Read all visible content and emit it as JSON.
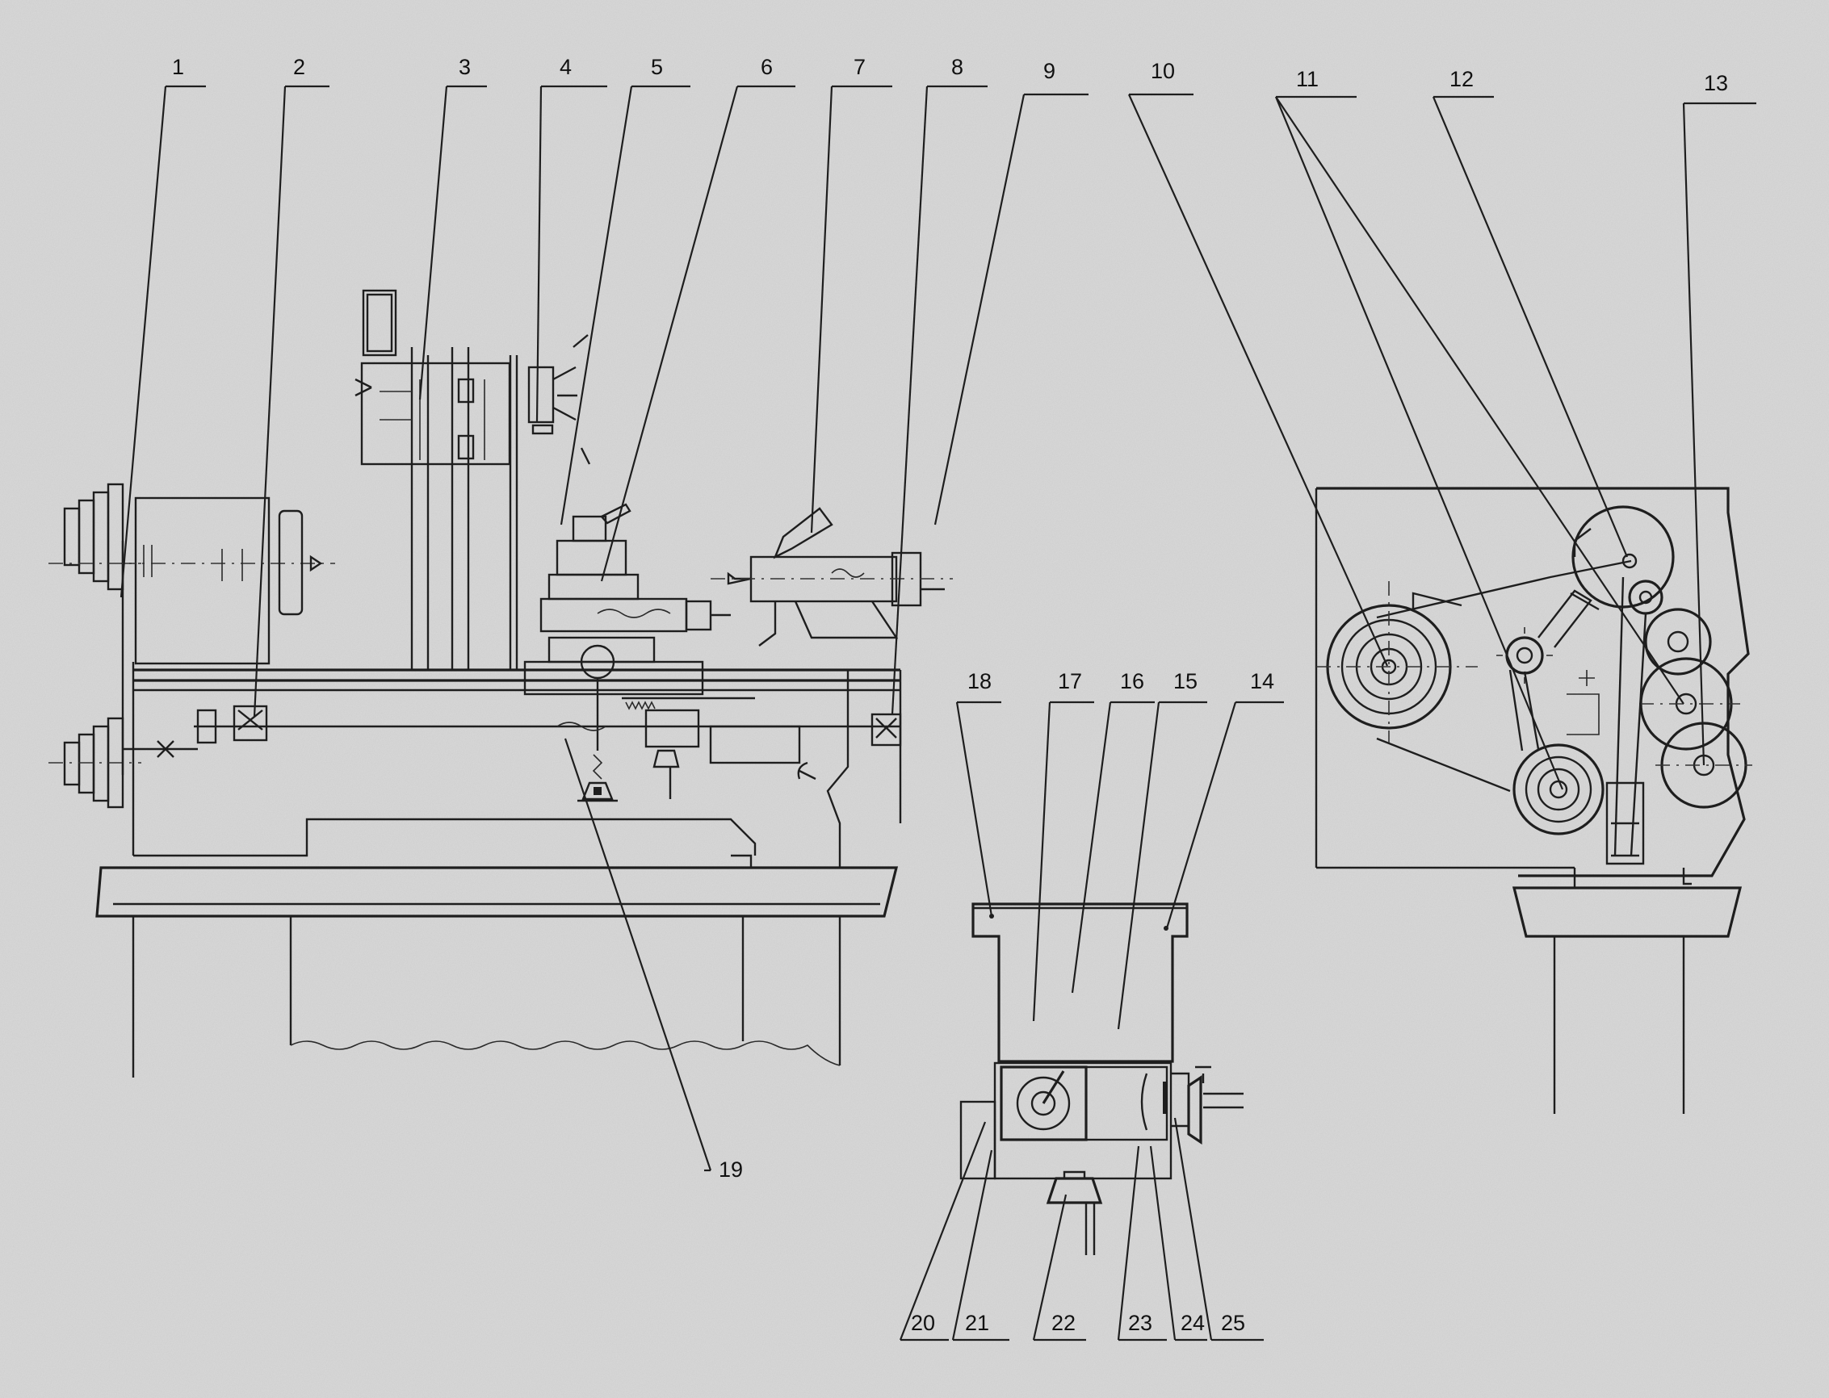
{
  "diagram": {
    "callouts": [
      "1",
      "2",
      "3",
      "4",
      "5",
      "6",
      "7",
      "8",
      "9",
      "10",
      "11",
      "12",
      "13",
      "14",
      "15",
      "16",
      "17",
      "18",
      "19",
      "20",
      "21",
      "22",
      "23",
      "24",
      "25"
    ]
  },
  "colors": {
    "paper": "#d9d9d9",
    "ink": "#1e1e1e"
  }
}
